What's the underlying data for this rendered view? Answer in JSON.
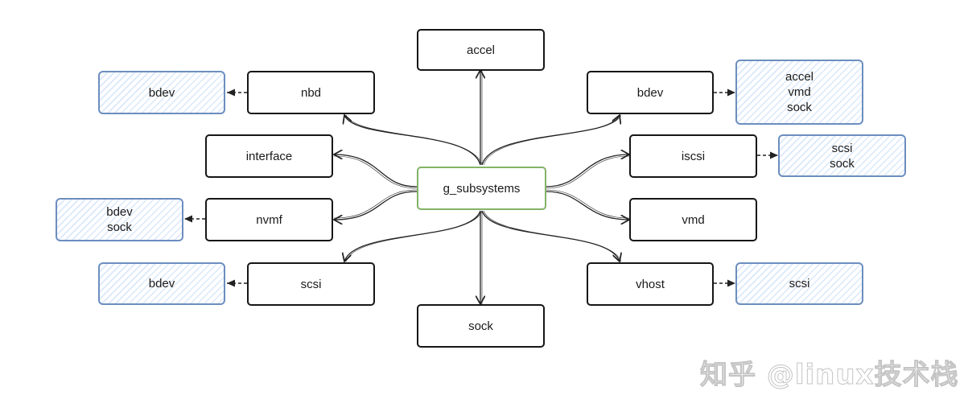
{
  "diagram": {
    "center": "g_subsystems",
    "subsystems": {
      "accel": "accel",
      "nbd": "nbd",
      "bdev": "bdev",
      "interface": "interface",
      "iscsi": "iscsi",
      "nvmf": "nvmf",
      "vmd": "vmd",
      "scsi": "scsi",
      "vhost": "vhost",
      "sock": "sock"
    },
    "dependencies": {
      "nbd": [
        "bdev"
      ],
      "bdev": [
        "accel",
        "vmd",
        "sock"
      ],
      "iscsi": [
        "scsi",
        "sock"
      ],
      "nvmf": [
        "bdev",
        "sock"
      ],
      "scsi": [
        "bdev"
      ],
      "vhost": [
        "scsi"
      ]
    }
  },
  "watermark": "知乎 @linux技术栈",
  "colors": {
    "node_border": "#161616",
    "center_border": "#82b366",
    "dependency_border": "#6c8ebf",
    "dependency_fill": "#dae8fc",
    "arrow": "#222222"
  }
}
